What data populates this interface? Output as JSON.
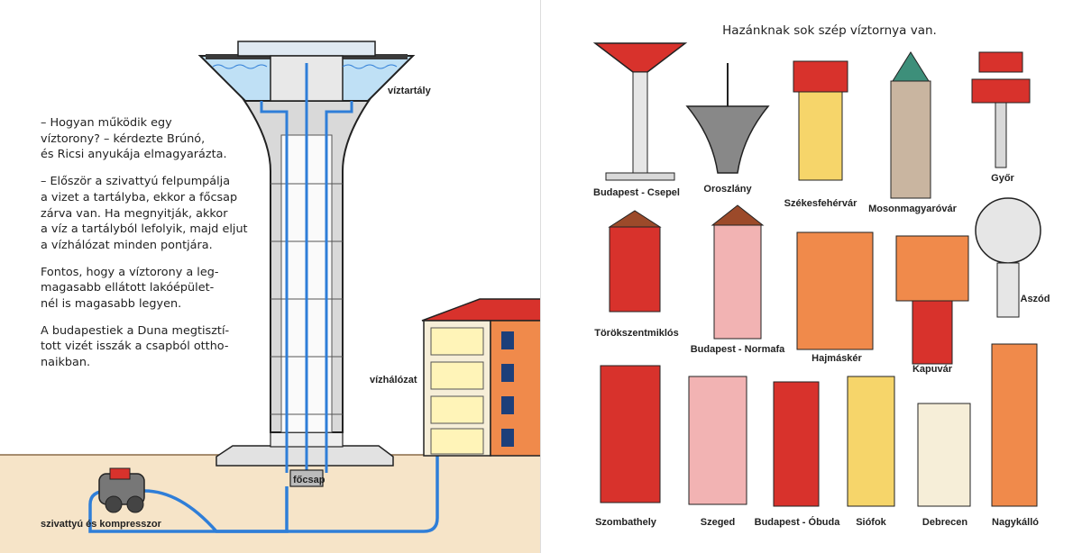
{
  "left_page": {
    "paragraphs": [
      "– Hogyan működik egy\nvíztorony? – kérdezte Brúnó,\nés Ricsi anyukája elmagyarázta.",
      "– Először a szivattyú felpumpálja\na vizet a tartályba, ekkor a főcsap\nzárva van. Ha megnyitják, akkor\na víz a tartályból lefolyik, majd eljut\na vízhálózat minden pontjára.",
      "Fontos, hogy a víztorony a leg-\nmagasabb ellátott lakóépület-\nnél is magasabb legyen.",
      "A budapestiek a Duna megtisztí-\ntott vizét isszák a csapból ottho-\nnaikban."
    ],
    "labels": {
      "tank": "víztartály",
      "network": "vízhálózat",
      "valve": "főcsap",
      "pump": "szivattyú és kompresszor"
    }
  },
  "right_page": {
    "heading": "Hazánknak sok szép víztornya van.",
    "towers": [
      {
        "name": "Budapest - Csepel"
      },
      {
        "name": "Oroszlány"
      },
      {
        "name": "Székesfehérvár"
      },
      {
        "name": "Mosonmagyaróvár"
      },
      {
        "name": "Győr"
      },
      {
        "name": "Törökszentmiklós"
      },
      {
        "name": "Budapest - Normafa"
      },
      {
        "name": "Hajmáskér"
      },
      {
        "name": "Kapuvár"
      },
      {
        "name": "Aszód"
      },
      {
        "name": "Szombathely"
      },
      {
        "name": "Szeged"
      },
      {
        "name": "Budapest - Óbuda"
      },
      {
        "name": "Siófok"
      },
      {
        "name": "Debrecen"
      },
      {
        "name": "Nagykálló"
      }
    ]
  },
  "colors": {
    "ground": "#f6e4c8",
    "water": "#2f7ed8",
    "tower_red": "#d8322c",
    "tower_orange": "#f08a4b",
    "tower_yellow": "#f6d56a"
  }
}
